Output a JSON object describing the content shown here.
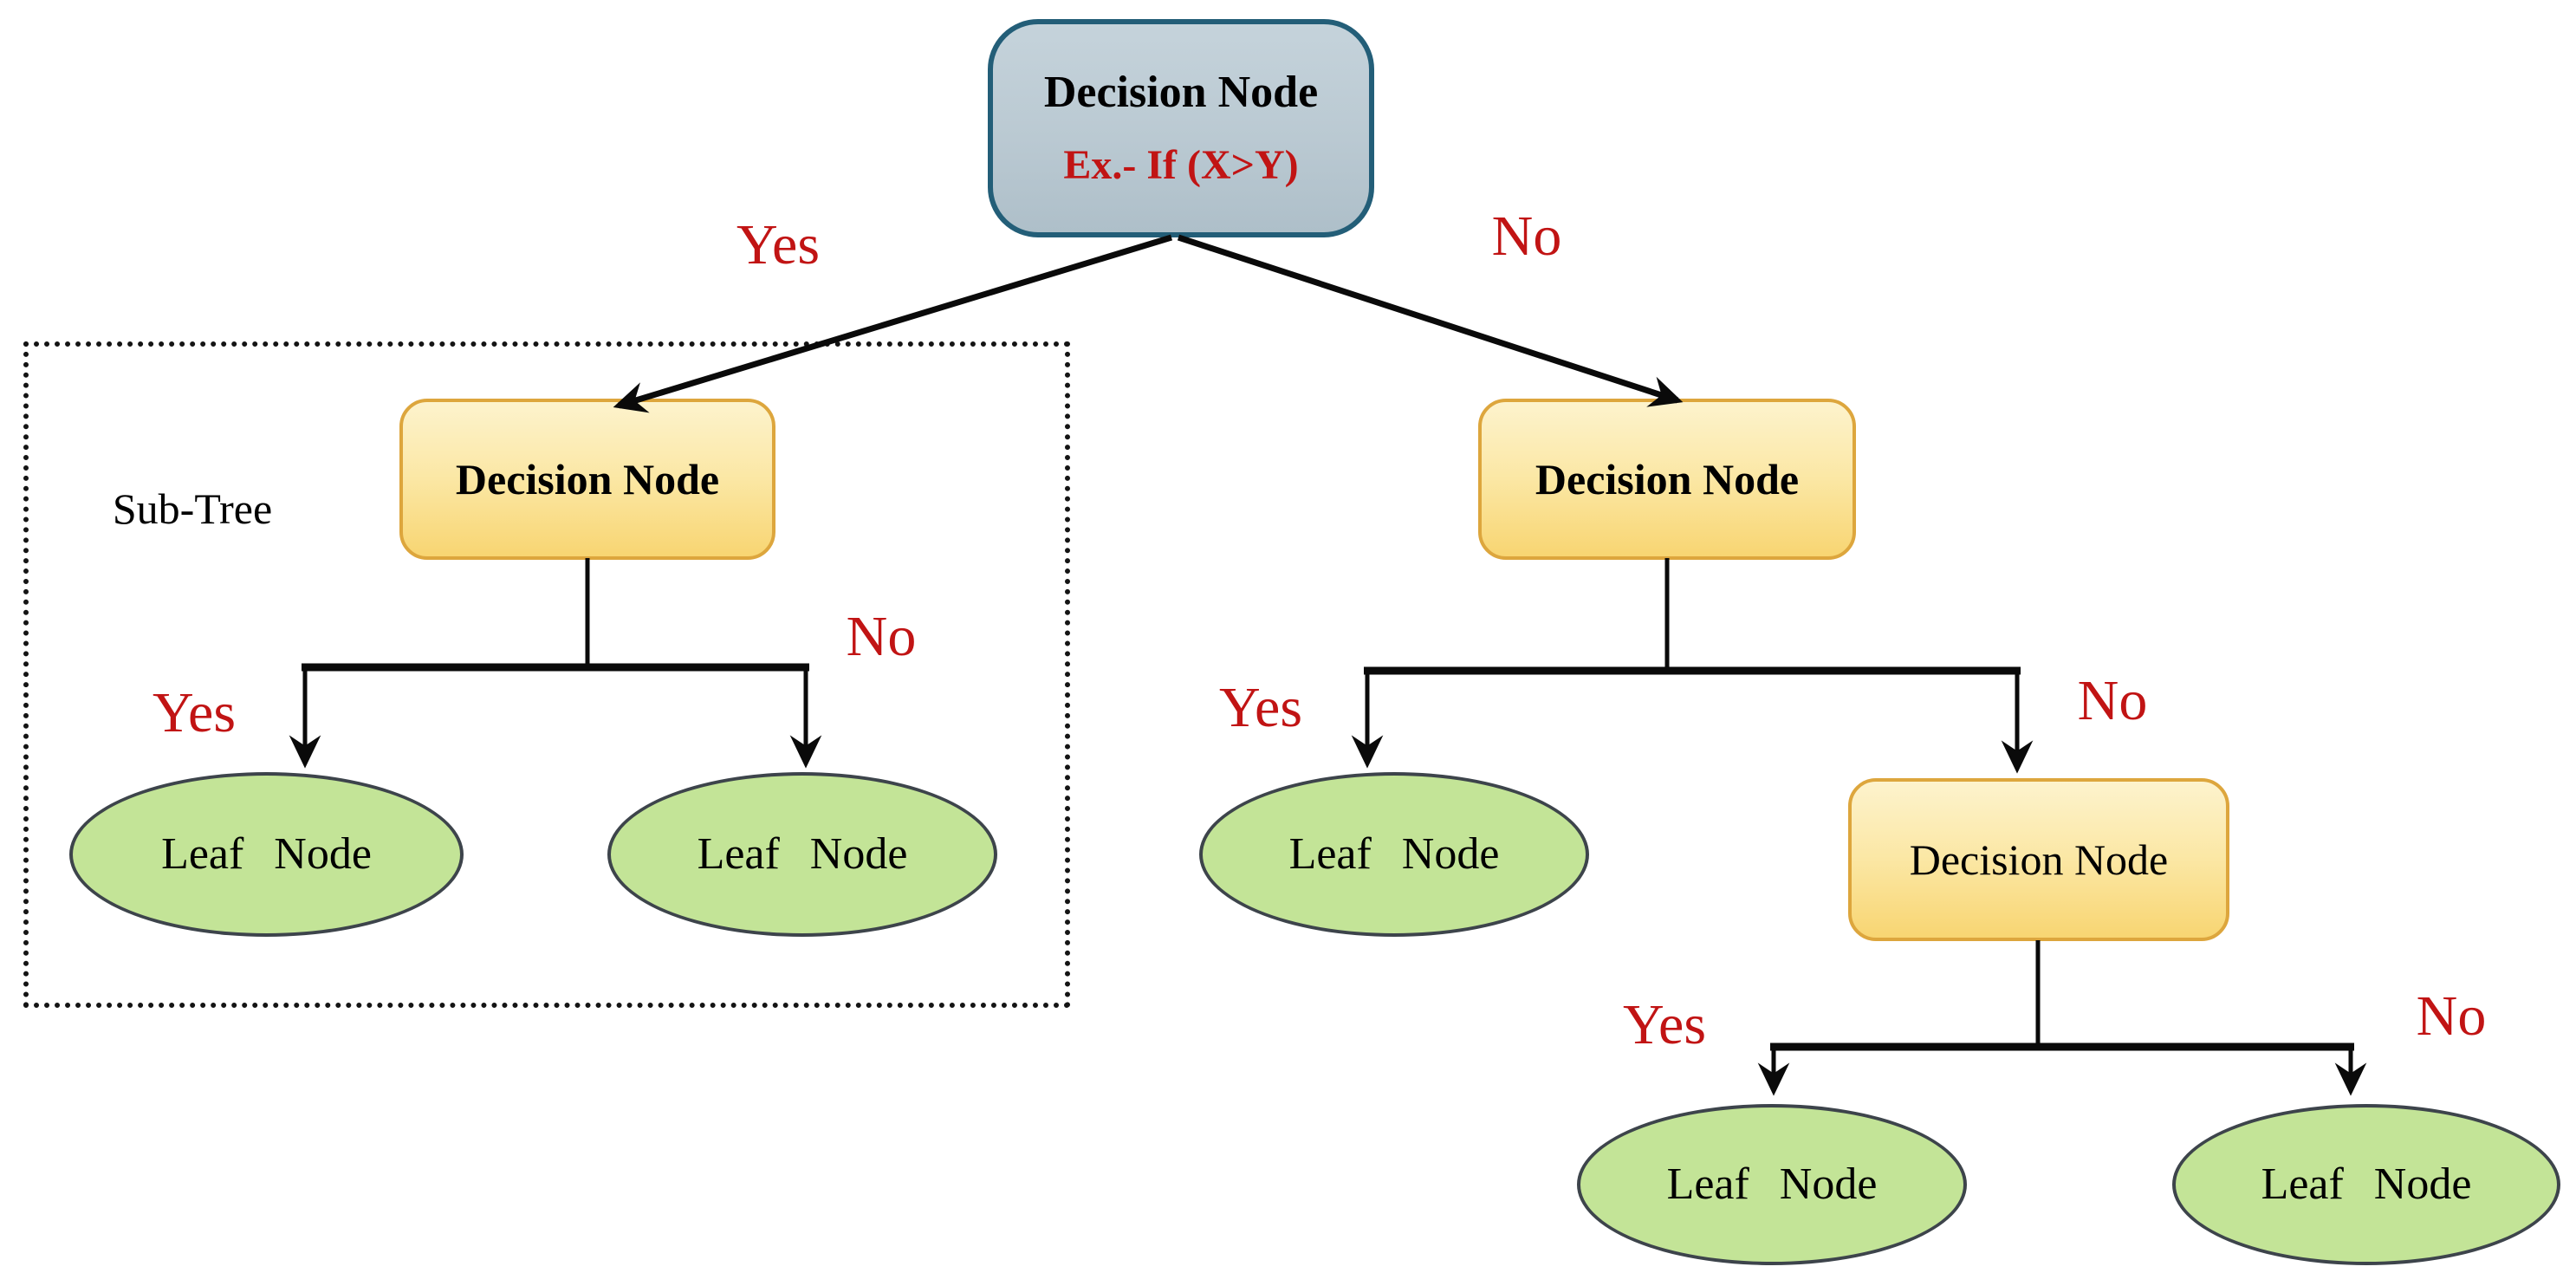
{
  "diagram": {
    "type": "decision-tree",
    "root": {
      "label": "Decision Node",
      "example": "Ex.- If (X>Y)"
    },
    "subtree": {
      "label": "Sub-Tree"
    },
    "decision_nodes": [
      {
        "label": "Decision Node"
      },
      {
        "label": "Decision Node"
      },
      {
        "label": "Decision Node"
      }
    ],
    "leaf_nodes": [
      {
        "label": "Leaf Node"
      },
      {
        "label": "Leaf Node"
      },
      {
        "label": "Leaf Node"
      },
      {
        "label": "Leaf Node"
      },
      {
        "label": "Leaf Node"
      }
    ],
    "edges": [
      {
        "from": "root",
        "to": "decision-left",
        "label": "Yes"
      },
      {
        "from": "root",
        "to": "decision-right",
        "label": "No"
      },
      {
        "from": "decision-left",
        "to": "leaf-1",
        "label": "Yes"
      },
      {
        "from": "decision-left",
        "to": "leaf-2",
        "label": "No"
      },
      {
        "from": "decision-right",
        "to": "leaf-3",
        "label": "Yes"
      },
      {
        "from": "decision-right",
        "to": "decision-bottom",
        "label": "No"
      },
      {
        "from": "decision-bottom",
        "to": "leaf-4",
        "label": "Yes"
      },
      {
        "from": "decision-bottom",
        "to": "leaf-5",
        "label": "No"
      }
    ]
  },
  "colors": {
    "background": "#ffffff",
    "root_fill": "#bac9d2",
    "root_border": "#235e78",
    "decision_fill_top": "#fdf3cd",
    "decision_fill_bottom": "#f8d572",
    "decision_border": "#dda63d",
    "leaf_fill": "#c3e497",
    "leaf_border": "#3d444b",
    "edge_label_color": "#c11414",
    "line_color": "#0a0a0a",
    "text_color": "#000000"
  }
}
